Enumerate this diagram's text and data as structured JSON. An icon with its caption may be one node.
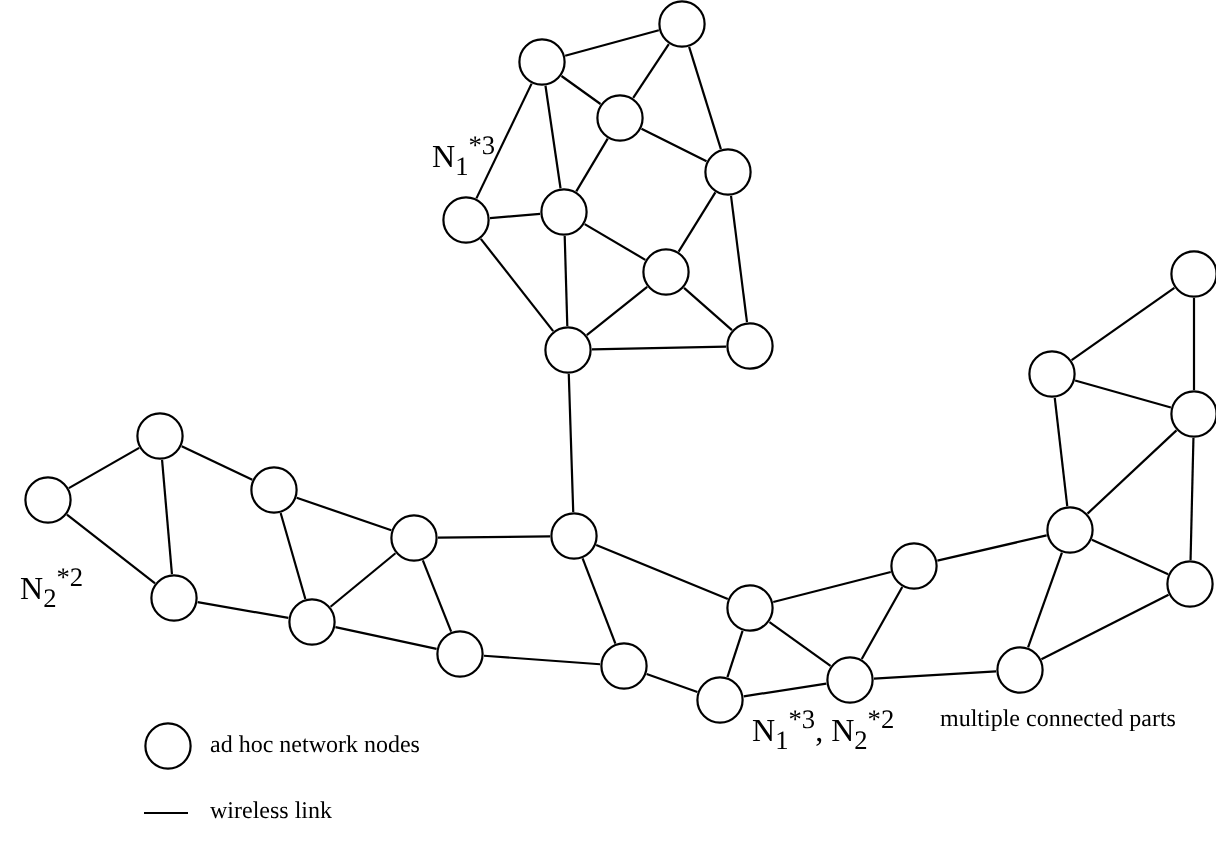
{
  "diagram": {
    "nodes": [
      {
        "text": [],
        "shape": "circle"
      },
      {
        "text": [],
        "shape": "circle"
      },
      {
        "text": [],
        "shape": "circle"
      },
      {
        "text": [],
        "shape": "circle"
      },
      {
        "text": [],
        "shape": "circle"
      },
      {
        "text": [],
        "shape": "circle"
      },
      {
        "text": [],
        "shape": "circle"
      },
      {
        "text": [],
        "shape": "circle"
      },
      {
        "text": [],
        "shape": "circle"
      },
      {
        "text": [],
        "shape": "circle"
      },
      {
        "text": [],
        "shape": "circle"
      },
      {
        "text": [],
        "shape": "circle"
      },
      {
        "text": [],
        "shape": "circle"
      },
      {
        "text": [],
        "shape": "circle"
      },
      {
        "text": [],
        "shape": "circle"
      },
      {
        "text": [],
        "shape": "circle"
      },
      {
        "text": [],
        "shape": "circle"
      },
      {
        "text": [],
        "shape": "circle"
      },
      {
        "text": [],
        "shape": "circle"
      },
      {
        "text": [],
        "shape": "circle"
      },
      {
        "text": [],
        "shape": "circle"
      },
      {
        "text": [],
        "shape": "circle"
      },
      {
        "text": [],
        "shape": "circle"
      },
      {
        "text": [],
        "shape": "circle"
      },
      {
        "text": [],
        "shape": "circle"
      },
      {
        "text": [],
        "shape": "circle"
      },
      {
        "text": [],
        "shape": "circle"
      },
      {
        "text": [],
        "shape": "circle"
      }
    ],
    "edges": [
      {
        "from": 1,
        "to": 0,
        "arrow": "none"
      },
      {
        "from": 0,
        "to": 2,
        "arrow": "none"
      },
      {
        "from": 0,
        "to": 3,
        "arrow": "none"
      },
      {
        "from": 1,
        "to": 2,
        "arrow": "none"
      },
      {
        "from": 1,
        "to": 5,
        "arrow": "none"
      },
      {
        "from": 1,
        "to": 4,
        "arrow": "none"
      },
      {
        "from": 2,
        "to": 4,
        "arrow": "none"
      },
      {
        "from": 2,
        "to": 3,
        "arrow": "none"
      },
      {
        "from": 5,
        "to": 4,
        "arrow": "none"
      },
      {
        "from": 5,
        "to": 9,
        "arrow": "none"
      },
      {
        "from": 4,
        "to": 9,
        "arrow": "none"
      },
      {
        "from": 4,
        "to": 6,
        "arrow": "none"
      },
      {
        "from": 3,
        "to": 6,
        "arrow": "none"
      },
      {
        "from": 3,
        "to": 8,
        "arrow": "none"
      },
      {
        "from": 6,
        "to": 9,
        "arrow": "none"
      },
      {
        "from": 6,
        "to": 8,
        "arrow": "none"
      },
      {
        "from": 9,
        "to": 8,
        "arrow": "none"
      },
      {
        "from": 9,
        "to": 16,
        "arrow": "none"
      },
      {
        "from": 14,
        "to": 12,
        "arrow": "none"
      },
      {
        "from": 14,
        "to": 20,
        "arrow": "none"
      },
      {
        "from": 12,
        "to": 20,
        "arrow": "none"
      },
      {
        "from": 12,
        "to": 13,
        "arrow": "none"
      },
      {
        "from": 13,
        "to": 22,
        "arrow": "none"
      },
      {
        "from": 13,
        "to": 17,
        "arrow": "none"
      },
      {
        "from": 20,
        "to": 22,
        "arrow": "none"
      },
      {
        "from": 22,
        "to": 17,
        "arrow": "none"
      },
      {
        "from": 17,
        "to": 16,
        "arrow": "none"
      },
      {
        "from": 17,
        "to": 23,
        "arrow": "none"
      },
      {
        "from": 22,
        "to": 23,
        "arrow": "none"
      },
      {
        "from": 23,
        "to": 24,
        "arrow": "none"
      },
      {
        "from": 16,
        "to": 24,
        "arrow": "none"
      },
      {
        "from": 16,
        "to": 21,
        "arrow": "none"
      },
      {
        "from": 21,
        "to": 18,
        "arrow": "none"
      },
      {
        "from": 21,
        "to": 27,
        "arrow": "none"
      },
      {
        "from": 21,
        "to": 26,
        "arrow": "none"
      },
      {
        "from": 24,
        "to": 27,
        "arrow": "none"
      },
      {
        "from": 27,
        "to": 26,
        "arrow": "none"
      },
      {
        "from": 18,
        "to": 26,
        "arrow": "none"
      },
      {
        "from": 26,
        "to": 25,
        "arrow": "none"
      },
      {
        "from": 18,
        "to": 15,
        "arrow": "none"
      },
      {
        "from": 15,
        "to": 25,
        "arrow": "none"
      },
      {
        "from": 15,
        "to": 19,
        "arrow": "none"
      },
      {
        "from": 25,
        "to": 19,
        "arrow": "none"
      },
      {
        "from": 15,
        "to": 10,
        "arrow": "none"
      },
      {
        "from": 15,
        "to": 11,
        "arrow": "none"
      },
      {
        "from": 10,
        "to": 11,
        "arrow": "none"
      },
      {
        "from": 10,
        "to": 7,
        "arrow": "none"
      },
      {
        "from": 7,
        "to": 11,
        "arrow": "none"
      },
      {
        "from": 11,
        "to": 19,
        "arrow": "none"
      }
    ],
    "labels": [
      "N$_{1}$$^{*3}$",
      "N$_{2}$$^{*2}$",
      "N$_{1}$$^{*3}$, N$_{2}$$^{*2}$",
      "multiple connected parts"
    ],
    "legend": [
      {
        "text": "ad hoc network nodes"
      },
      {
        "text": "wireless link"
      }
    ]
  }
}
